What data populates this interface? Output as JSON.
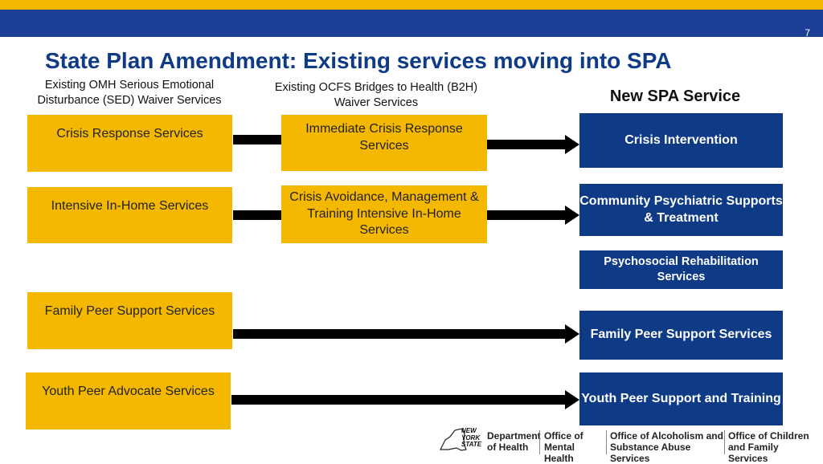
{
  "header": {
    "page_number": "7"
  },
  "title": "State Plan Amendment: Existing services moving into SPA",
  "columns": {
    "left": "Existing OMH Serious Emotional Disturbance (SED) Waiver Services",
    "middle": "Existing OCFS Bridges to Health (B2H) Waiver Services",
    "right": "New SPA Service"
  },
  "left_boxes": [
    "Crisis Response Services",
    "Intensive In-Home Services",
    "Family Peer Support Services",
    "Youth Peer Advocate Services"
  ],
  "middle_boxes": [
    "Immediate Crisis Response Services",
    "Crisis Avoidance, Management & Training Intensive In-Home Services"
  ],
  "right_boxes": [
    "Crisis Intervention",
    "Community Psychiatric Supports & Treatment",
    "Psychosocial Rehabilitation Services",
    "Family Peer Support Services",
    "Youth Peer Support and Training"
  ],
  "footer": {
    "ny_state": "NEW YORK STATE",
    "agencies": [
      "Department of Health",
      "Office of Mental Health",
      "Office of Alcoholism and Substance Abuse Services",
      "Office of Children and Family Services"
    ]
  },
  "colors": {
    "gold": "#f5b800",
    "navy": "#0e3a86",
    "header_blue": "#1c3f95"
  }
}
